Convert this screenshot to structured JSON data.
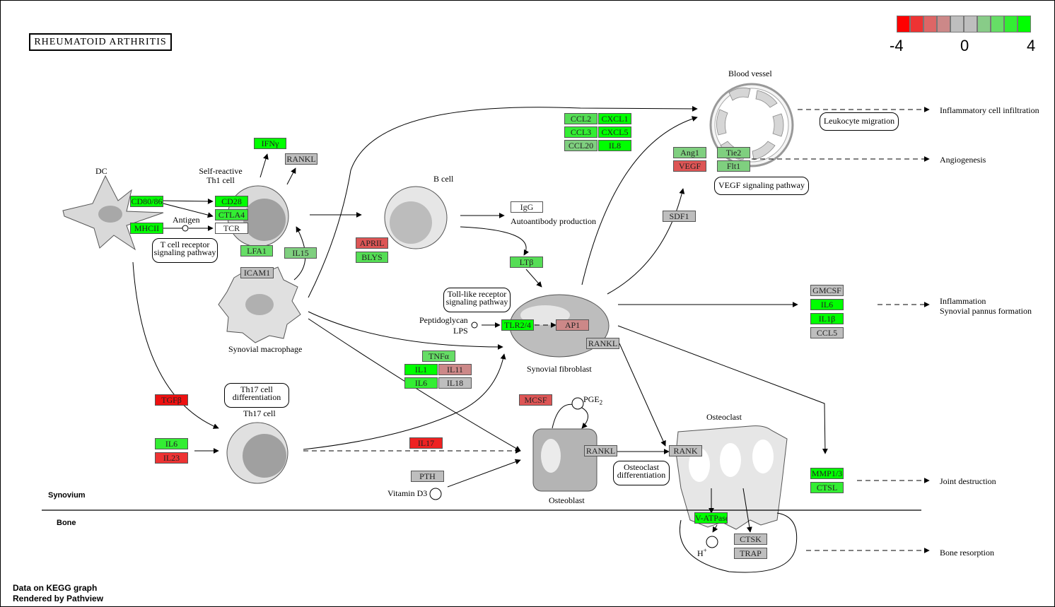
{
  "title": "RHEUMATOID  ARTHRITIS",
  "legend": {
    "colors": [
      "#ff0000",
      "#ee3333",
      "#dd6666",
      "#cc8888",
      "#bebebe",
      "#bebebe",
      "#88cc88",
      "#66dd66",
      "#33ee33",
      "#00ff00"
    ],
    "ticks": [
      "-4",
      "0",
      "4"
    ]
  },
  "zones": {
    "synovium": "Synovium",
    "bone": "Bone"
  },
  "footer": {
    "line1": "Data on KEGG graph",
    "line2": "Rendered by Pathview"
  },
  "colors": {
    "red": "#ee3333",
    "red2": "#dd5555",
    "pink": "#cc8888",
    "gray": "#bebebe",
    "white": "#ffffff",
    "lightgreen": "#7fcf7f",
    "midgreen": "#55dd55",
    "green": "#00ff00"
  },
  "cells": {
    "dc": "DC",
    "th1": "Self-reactive\nTh1 cell",
    "bcell": "B cell",
    "macrophage": "Synovial macrophage",
    "th17": "Th17 cell",
    "fibroblast": "Synovial fibroblast",
    "osteoblast": "Osteoblast",
    "osteoclast": "Osteoclast",
    "vessel": "Blood vessel"
  },
  "labels": {
    "antigen": "Antigen",
    "autoantibody": "Autoantibody production",
    "peptidoglycan": "Peptidoglycan",
    "lps": "LPS",
    "pge2": "PGE",
    "pge2_sub": "2",
    "vitd3": "Vitamin D3",
    "h": "H",
    "h_sup": "+"
  },
  "bubbles": {
    "tcr": "T cell receptor\nsignaling pathway",
    "tlr": "Toll-like receptor\nsignaling pathway",
    "th17diff": "Th17 cell\ndifferentiation",
    "osteoclastdiff": "Osteoclast\ndifferentiation",
    "leukocyte": "Leukocyte migration",
    "vegf": "VEGF signaling pathway"
  },
  "outcomes": {
    "inflam_infiltration": "Inflammatory cell infiltration",
    "angiogenesis": "Angiogenesis",
    "inflammation": "Inflammation\nSynovial pannus formation",
    "joint": "Joint destruction",
    "bone_resorption": "Bone resorption"
  },
  "genes": [
    {
      "id": "ifng",
      "label": "IFNγ",
      "color": "#00ff00"
    },
    {
      "id": "rankl1",
      "label": "RANKL",
      "color": "#bebebe"
    },
    {
      "id": "cd8086",
      "label": "CD80/86",
      "color": "#00ff00"
    },
    {
      "id": "mhcii",
      "label": "MHCII",
      "color": "#00ff00"
    },
    {
      "id": "cd28",
      "label": "CD28",
      "color": "#00ff00"
    },
    {
      "id": "ctla4",
      "label": "CTLA4",
      "color": "#33ee33"
    },
    {
      "id": "tcr",
      "label": "TCR",
      "color": "#ffffff"
    },
    {
      "id": "lfa1",
      "label": "LFA1",
      "color": "#66dd66"
    },
    {
      "id": "il15",
      "label": "IL15",
      "color": "#7fcf7f"
    },
    {
      "id": "icam1",
      "label": "ICAM1",
      "color": "#bebebe"
    },
    {
      "id": "april",
      "label": "APRIL",
      "color": "#dd5555"
    },
    {
      "id": "blys",
      "label": "BLYS",
      "color": "#55dd55"
    },
    {
      "id": "igg",
      "label": "IgG",
      "color": "#ffffff"
    },
    {
      "id": "ltb",
      "label": "LTβ",
      "color": "#55dd55"
    },
    {
      "id": "ccl2",
      "label": "CCL2",
      "color": "#55dd55"
    },
    {
      "id": "cxcl1",
      "label": "CXCL1",
      "color": "#00ff00"
    },
    {
      "id": "ccl3",
      "label": "CCL3",
      "color": "#33ee33"
    },
    {
      "id": "cxcl5",
      "label": "CXCL5",
      "color": "#00ff00"
    },
    {
      "id": "ccl20",
      "label": "CCL20",
      "color": "#7fcf7f"
    },
    {
      "id": "il8",
      "label": "IL8",
      "color": "#00ff00"
    },
    {
      "id": "ang1",
      "label": "Ang1",
      "color": "#7fcf7f"
    },
    {
      "id": "tie2",
      "label": "Tie2",
      "color": "#7fcf7f"
    },
    {
      "id": "vegf",
      "label": "VEGF",
      "color": "#dd5555"
    },
    {
      "id": "flt1",
      "label": "Flt1",
      "color": "#7fcf7f"
    },
    {
      "id": "sdf1",
      "label": "SDF1",
      "color": "#bebebe"
    },
    {
      "id": "tlr24",
      "label": "TLR2/4",
      "color": "#00ff00"
    },
    {
      "id": "ap1",
      "label": "AP1",
      "color": "#cc8888"
    },
    {
      "id": "rankl2",
      "label": "RANKL",
      "color": "#bebebe"
    },
    {
      "id": "gmcsf",
      "label": "GMCSF",
      "color": "#bebebe"
    },
    {
      "id": "il6a",
      "label": "IL6",
      "color": "#00ff00"
    },
    {
      "id": "il1b",
      "label": "IL1β",
      "color": "#00ff00"
    },
    {
      "id": "ccl5",
      "label": "CCL5",
      "color": "#bebebe"
    },
    {
      "id": "tnfa",
      "label": "TNFα",
      "color": "#66dd66"
    },
    {
      "id": "il1",
      "label": "IL1",
      "color": "#00ff00"
    },
    {
      "id": "il11",
      "label": "IL11",
      "color": "#cc8888"
    },
    {
      "id": "il6b",
      "label": "IL6",
      "color": "#33ee33"
    },
    {
      "id": "il18",
      "label": "IL18",
      "color": "#bebebe"
    },
    {
      "id": "tgfb",
      "label": "TGFβ",
      "color": "#ee1111"
    },
    {
      "id": "il6c",
      "label": "IL6",
      "color": "#33ee33"
    },
    {
      "id": "il23",
      "label": "IL23",
      "color": "#ee3333"
    },
    {
      "id": "il17",
      "label": "IL17",
      "color": "#ee2222"
    },
    {
      "id": "mcsf",
      "label": "MCSF",
      "color": "#dd5555"
    },
    {
      "id": "pth",
      "label": "PTH",
      "color": "#bebebe"
    },
    {
      "id": "rankl3",
      "label": "RANKL",
      "color": "#bebebe"
    },
    {
      "id": "rank",
      "label": "RANK",
      "color": "#bebebe"
    },
    {
      "id": "vatpase",
      "label": "V-ATPase",
      "color": "#00ff00"
    },
    {
      "id": "ctsk",
      "label": "CTSK",
      "color": "#bebebe"
    },
    {
      "id": "trap",
      "label": "TRAP",
      "color": "#bebebe"
    },
    {
      "id": "mmp13",
      "label": "MMP1/3",
      "color": "#00ff00"
    },
    {
      "id": "ctsl",
      "label": "CTSL",
      "color": "#33ee33"
    }
  ]
}
